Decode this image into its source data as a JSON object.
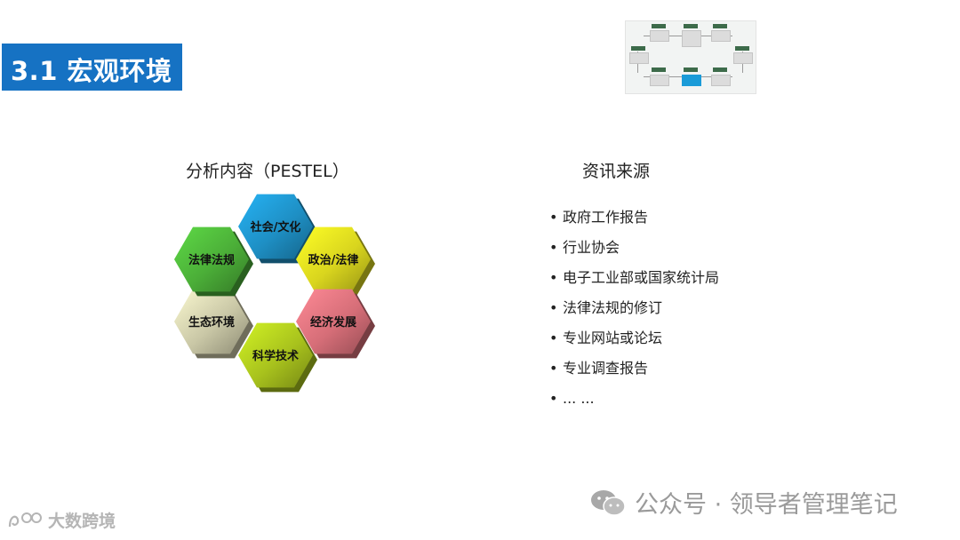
{
  "slide": {
    "title": "3.1 宏观环境"
  },
  "left": {
    "heading": "分析内容（PESTEL）",
    "hexagons": [
      {
        "label": "社会/文化",
        "color": "#1e8fc4"
      },
      {
        "label": "政治/法律",
        "color": "#d9d51e"
      },
      {
        "label": "经济发展",
        "color": "#d66e78"
      },
      {
        "label": "科学技术",
        "color": "#a8c21d"
      },
      {
        "label": "生态环境",
        "color": "#c9c7a6"
      },
      {
        "label": "法律法规",
        "color": "#4bae38"
      }
    ]
  },
  "right": {
    "heading": "资讯来源",
    "items": [
      "政府工作报告",
      "行业协会",
      "电子工业部或国家统计局",
      "法律法规的修订",
      "专业网站或论坛",
      "专业调查报告",
      "... ..."
    ]
  },
  "watermark": {
    "text": "公众号 · 领导者管理笔记",
    "icon": "wechat-icon"
  },
  "corner_logo": {
    "text": "大数跨境"
  }
}
